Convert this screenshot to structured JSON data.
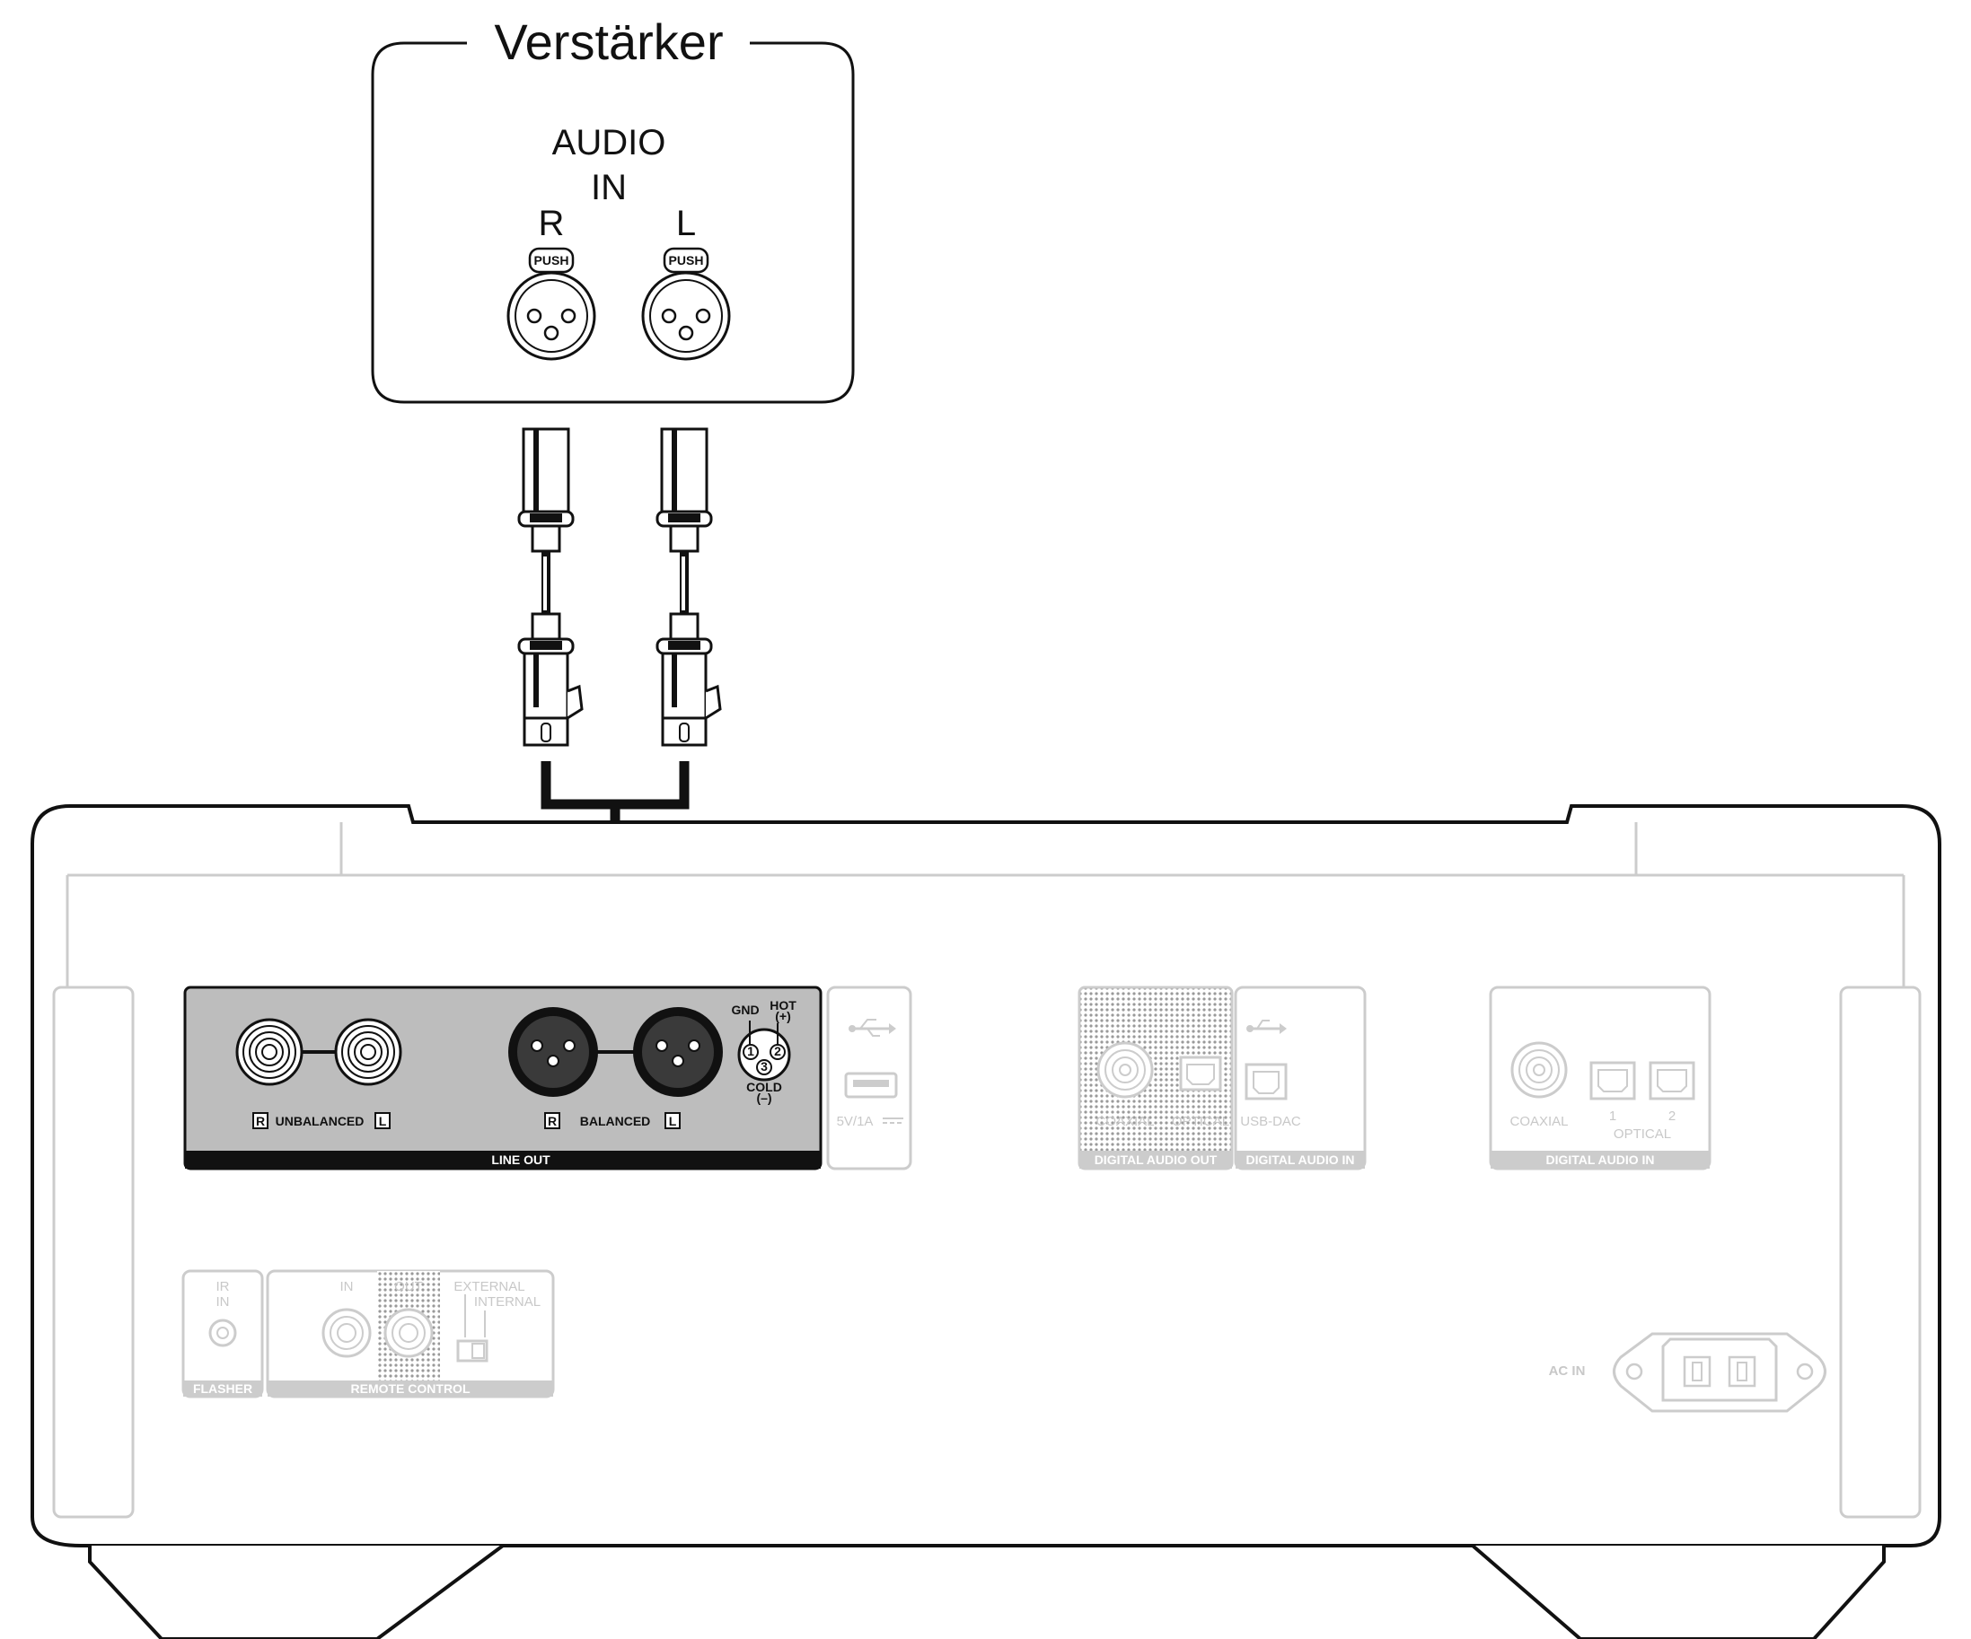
{
  "amplifier": {
    "title": "Verstärker",
    "audio_in_line1": "AUDIO",
    "audio_in_line2": "IN",
    "channel_r": "R",
    "channel_l": "L",
    "push_label": "PUSH"
  },
  "rear_panel": {
    "line_out": {
      "section_label": "LINE OUT",
      "unbalanced_label": "UNBALANCED",
      "balanced_label": "BALANCED",
      "r": "R",
      "l": "L",
      "pin_gnd": "GND",
      "pin_hot": "HOT",
      "pin_hot_sign": "(+)",
      "pin_cold": "COLD",
      "pin_cold_sign": "(–)",
      "pin_1": "1",
      "pin_2": "2",
      "pin_3": "3"
    },
    "usb_port": {
      "label": "5V/1A"
    },
    "digital_audio_out": {
      "section_label": "DIGITAL AUDIO OUT",
      "coaxial": "COAXIAL",
      "optical": "OPTICAL"
    },
    "usb_dac": {
      "section_label": "DIGITAL AUDIO IN",
      "label": "USB-DAC"
    },
    "digital_audio_in": {
      "section_label": "DIGITAL AUDIO IN",
      "coaxial": "COAXIAL",
      "optical": "OPTICAL",
      "opt_1": "1",
      "opt_2": "2"
    },
    "flasher": {
      "section_label": "FLASHER",
      "ir": "IR",
      "in": "IN"
    },
    "remote_control": {
      "section_label": "REMOTE CONTROL",
      "in": "IN",
      "out": "OUT",
      "external": "EXTERNAL",
      "internal": "INTERNAL"
    },
    "ac_in": {
      "label": "AC IN"
    }
  },
  "colors": {
    "line": "#111111",
    "panel_fill": "#bdbdbd",
    "inactive": "#cccccc"
  },
  "icons": [
    "xlr-female-jack-icon",
    "xlr-male-jack-icon",
    "xlr-cable-plug-icon",
    "rca-jack-icon",
    "usb-icon",
    "optical-jack-icon",
    "usb-b-icon",
    "ac-inlet-icon"
  ]
}
